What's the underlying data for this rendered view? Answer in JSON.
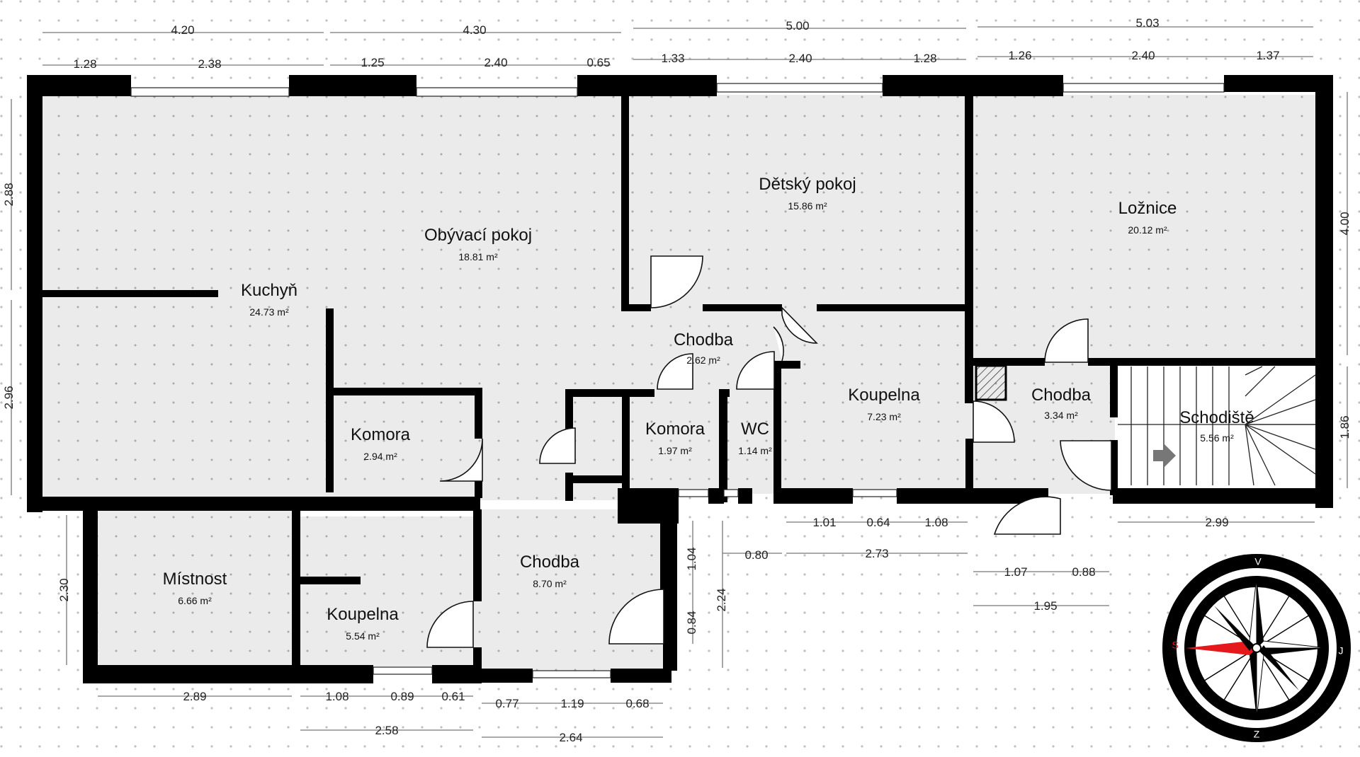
{
  "rooms": [
    {
      "id": "kuchyn",
      "name": "Kuchyň",
      "area": "24.73 m²"
    },
    {
      "id": "obyvaci",
      "name": "Obývací pokoj",
      "area": "18.81 m²"
    },
    {
      "id": "detsky",
      "name": "Dětský pokoj",
      "area": "15.86 m²"
    },
    {
      "id": "loznice",
      "name": "Ložnice",
      "area": "20.12 m²"
    },
    {
      "id": "chodba1",
      "name": "Chodba",
      "area": "2.62 m²"
    },
    {
      "id": "komora1",
      "name": "Komora",
      "area": "2.94 m²"
    },
    {
      "id": "komora2",
      "name": "Komora",
      "area": "1.97 m²"
    },
    {
      "id": "wc",
      "name": "WC",
      "area": "1.14 m²"
    },
    {
      "id": "koupelna1",
      "name": "Koupelna",
      "area": "7.23 m²"
    },
    {
      "id": "chodba2",
      "name": "Chodba",
      "area": "3.34 m²"
    },
    {
      "id": "schodiste",
      "name": "Schodiště",
      "area": "5.56 m²"
    },
    {
      "id": "mistnost",
      "name": "Místnost",
      "area": "6.66 m²"
    },
    {
      "id": "koupelna2",
      "name": "Koupelna",
      "area": "5.54 m²"
    },
    {
      "id": "chodba3",
      "name": "Chodba",
      "area": "8.70 m²"
    }
  ],
  "dimensions": {
    "top_total_1": "4.20",
    "top_total_2": "4.30",
    "top_total_3": "5.00",
    "top_total_4": "5.03",
    "top_a1": "1.28",
    "top_a2": "2.38",
    "top_b1": "1.25",
    "top_b2": "2.40",
    "top_b3": "0.65",
    "top_c1": "1.33",
    "top_c2": "2.40",
    "top_c3": "1.28",
    "top_d1": "1.26",
    "top_d2": "2.40",
    "top_d3": "1.37",
    "left_1": "2.88",
    "left_2": "2.96",
    "left_3": "2.30",
    "right_1": "4.00",
    "right_2": "1.86",
    "bot_mistnost": "2.89",
    "bot_k1": "1.08",
    "bot_k2": "0.89",
    "bot_k3": "0.61",
    "bot_k_total": "2.58",
    "bot_c1": "0.77",
    "bot_c2": "1.19",
    "bot_c3": "0.68",
    "bot_c_total": "2.64",
    "mid_v1": "1.04",
    "mid_v2": "0.84",
    "mid_v_total": "2.24",
    "mid_wc": "0.80",
    "mid_kp1": "1.01",
    "mid_kp2": "0.64",
    "mid_kp3": "1.08",
    "mid_kp_total": "2.73",
    "mid_ch1": "1.07",
    "mid_ch2": "0.88",
    "mid_ch_total": "1.95",
    "bot_stair": "2.99"
  },
  "compass": {
    "north": "S",
    "east": "V",
    "south": "J",
    "west": "Z",
    "needle_color": "#e5191c"
  },
  "colors": {
    "wall": "#000000",
    "floor": "#ebebec",
    "grid_dot": "#b8b8b8"
  }
}
